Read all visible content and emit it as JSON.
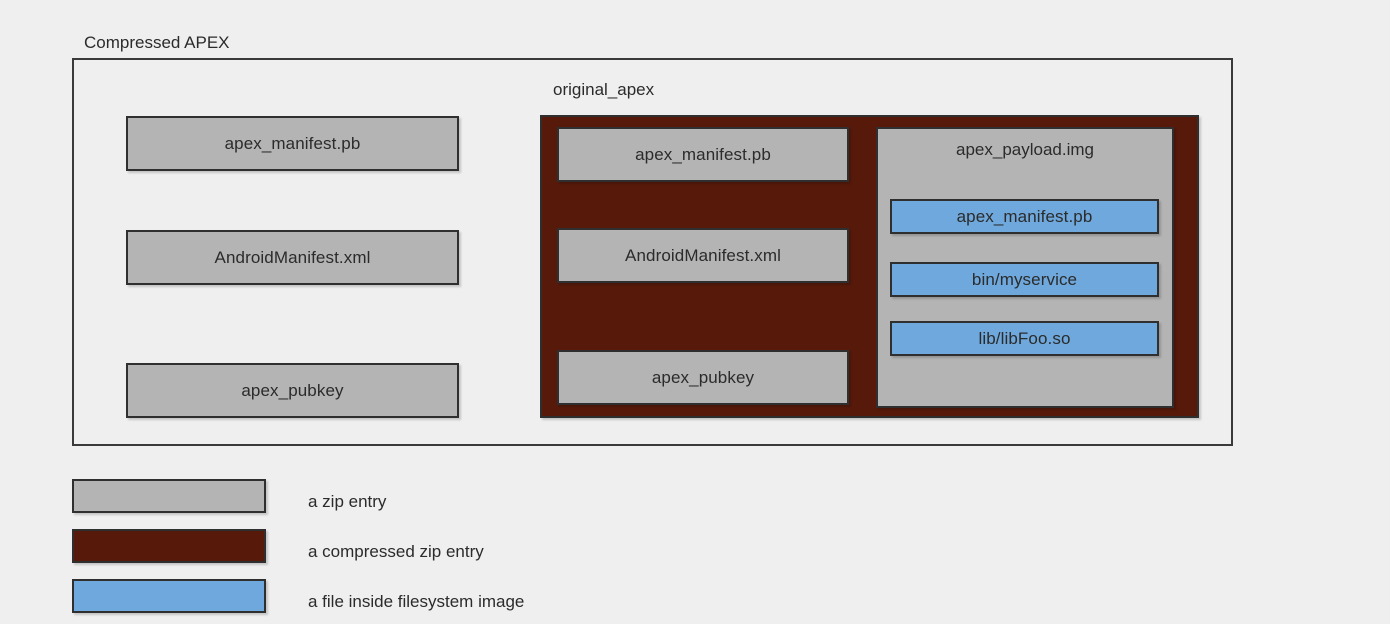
{
  "diagram": {
    "background_color": "#efefef",
    "outer_container": {
      "title": "Compressed APEX",
      "border_color": "#3a3a3a"
    },
    "inner_container": {
      "title": "original_apex",
      "fill_color": "#571a0a"
    },
    "left_entries": [
      {
        "label": "apex_manifest.pb",
        "kind": "zip-entry",
        "color": "#b4b4b4"
      },
      {
        "label": "AndroidManifest.xml",
        "kind": "zip-entry",
        "color": "#b4b4b4"
      },
      {
        "label": "apex_pubkey",
        "kind": "zip-entry",
        "color": "#b4b4b4"
      }
    ],
    "inner_entries": [
      {
        "label": "apex_manifest.pb",
        "kind": "zip-entry",
        "color": "#b4b4b4"
      },
      {
        "label": "AndroidManifest.xml",
        "kind": "zip-entry",
        "color": "#b4b4b4"
      },
      {
        "label": "apex_pubkey",
        "kind": "zip-entry",
        "color": "#b4b4b4"
      }
    ],
    "payload": {
      "label": "apex_payload.img",
      "kind": "zip-entry",
      "color": "#b4b4b4",
      "files": [
        {
          "label": "apex_manifest.pb",
          "kind": "filesystem-file",
          "color": "#6ea8dc"
        },
        {
          "label": "bin/myservice",
          "kind": "filesystem-file",
          "color": "#6ea8dc"
        },
        {
          "label": "lib/libFoo.so",
          "kind": "filesystem-file",
          "color": "#6ea8dc"
        }
      ]
    },
    "legend": [
      {
        "label": "a zip entry",
        "color": "#b4b4b4"
      },
      {
        "label": "a compressed zip entry",
        "color": "#571a0a"
      },
      {
        "label": "a file inside filesystem image",
        "color": "#6ea8dc"
      }
    ]
  }
}
